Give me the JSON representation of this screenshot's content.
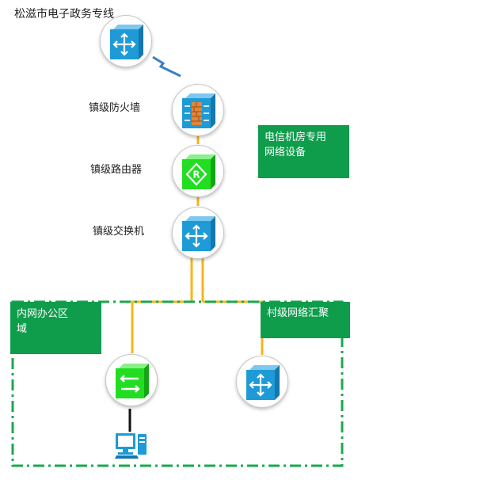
{
  "title": "松滋市电子政务专线",
  "labels": {
    "firewall": "镇级防火墙",
    "router": "镇级路由器",
    "switch": "镇级交换机"
  },
  "boxes": {
    "telecom_line1": "电信机房专用",
    "telecom_line2": "网络设备",
    "intranet_line1": "内网办公区",
    "intranet_line2": "域",
    "village": "村级网络汇聚"
  },
  "colors": {
    "box_green": "#0f9d4c",
    "link_yellow": "#f6b619",
    "zone_dash": "#1aa84f",
    "device_blue": "#1e9ad6",
    "router_green": "#22dd22"
  },
  "icons": {
    "top": "switch-icon",
    "firewall": "firewall-icon",
    "router": "router-icon",
    "town_switch": "switch-icon",
    "bridge": "bridge-icon",
    "village_switch": "switch-icon",
    "computer": "computer-icon"
  }
}
